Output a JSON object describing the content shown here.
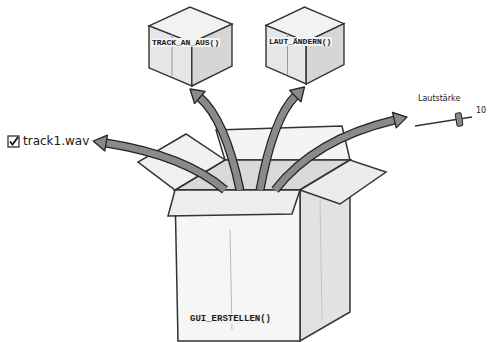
{
  "diagram": {
    "nodes": [
      {
        "text": [
          "TRACK_AN_AUS()"
        ]
      },
      {
        "text": [
          "LAUT_ÄNDERN()"
        ]
      },
      {
        "text": [
          "Lautstärke",
          "10"
        ]
      },
      {
        "text": [
          "track1.wav"
        ]
      },
      {
        "text": [
          "GUI_ERSTELLEN()"
        ]
      }
    ],
    "edges": [
      {
        "from": 4,
        "to": 3,
        "arrow": "to"
      },
      {
        "from": 4,
        "to": 0,
        "arrow": "to"
      },
      {
        "from": 4,
        "to": 1,
        "arrow": "to"
      },
      {
        "from": 4,
        "to": 2,
        "arrow": "to"
      }
    ]
  }
}
